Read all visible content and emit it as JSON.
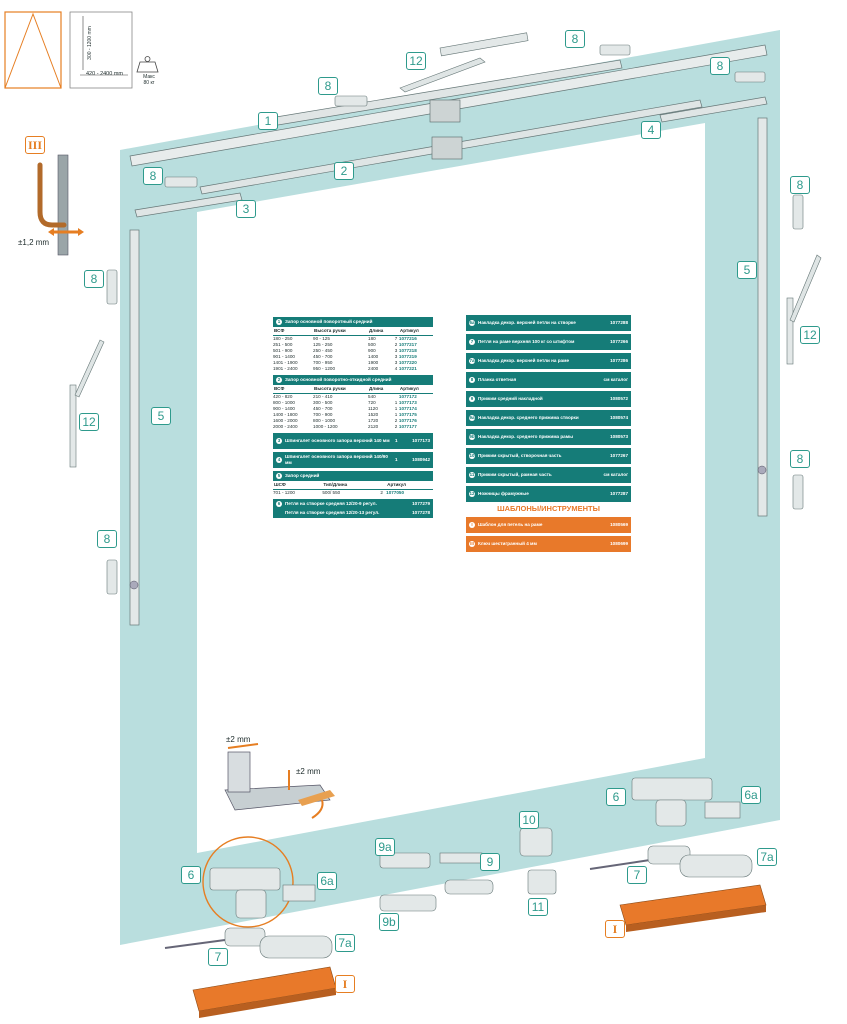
{
  "callouts": {
    "c1": "1",
    "c2": "2",
    "c3": "3",
    "c4": "4",
    "c5l": "5",
    "c5r": "5",
    "c6l": "6",
    "c6r": "6",
    "c6al": "6a",
    "c6ar": "6a",
    "c7l": "7",
    "c7r": "7",
    "c7al": "7a",
    "c7ar": "7a",
    "c8a": "8",
    "c8b": "8",
    "c8c": "8",
    "c8d": "8",
    "c8e": "8",
    "c8f": "8",
    "c8g": "8",
    "c8h": "8",
    "c9": "9",
    "c9a": "9a",
    "c9b": "9b",
    "c10": "10",
    "c11": "11",
    "c12a": "12",
    "c12b": "12",
    "c12c": "12",
    "cIII": "III",
    "cIl": "I",
    "cIr": "I"
  },
  "dimensions": {
    "height": "300 - 1200 mm",
    "width": "420 - 2400 mm",
    "max_load": "Макс\n80 кг"
  },
  "adjust": {
    "lever": "±1,2 mm",
    "hinge_h": "±2 mm",
    "hinge_v": "±2 mm"
  },
  "left_table": {
    "s1": {
      "num": "1",
      "title": "Запор основной поворотный средний",
      "headers": [
        "ВСФ",
        "Высота ручки",
        "Длина",
        "",
        "Артикул"
      ],
      "rows": [
        [
          "180 - 250",
          "90 - 125",
          "180",
          "7",
          "1077216"
        ],
        [
          "251 - 500",
          "125 - 250",
          "500",
          "2",
          "1077217"
        ],
        [
          "501 - 900",
          "250 - 450",
          "900",
          "3",
          "1077218"
        ],
        [
          "901 - 1400",
          "450 - 700",
          "1400",
          "3",
          "1077219"
        ],
        [
          "1401 - 1900",
          "700 - 950",
          "1900",
          "3",
          "1077220"
        ],
        [
          "1901 - 2400",
          "950 - 1200",
          "2400",
          "4",
          "1077221"
        ]
      ]
    },
    "s2": {
      "num": "2",
      "title": "Запор основной поворотно-откидной средний",
      "headers": [
        "ВСФ",
        "Высота ручки",
        "Длина",
        "",
        "Артикул"
      ],
      "rows": [
        [
          "420 - 820",
          "210 - 410",
          "540",
          "",
          "1077172"
        ],
        [
          "800 - 1000",
          "300 - 500",
          "720",
          "1",
          "1077173"
        ],
        [
          "900 - 1400",
          "450 - 700",
          "1120",
          "1",
          "1077174"
        ],
        [
          "1400 - 1800",
          "700 - 900",
          "1520",
          "1",
          "1077175"
        ],
        [
          "1600 - 2000",
          "800 - 1000",
          "1720",
          "2",
          "1077176"
        ],
        [
          "2000 - 2400",
          "1000 - 1200",
          "2120",
          "2",
          "1077177"
        ]
      ]
    },
    "s3": {
      "num": "3",
      "title": "Шпингалет основного запора верхний 140 мм",
      "qty": "1",
      "art": "1077173"
    },
    "s4": {
      "num": "4",
      "title": "Шпингалет основного запора верхний 140/90 мм",
      "qty": "1",
      "art": "1080942"
    },
    "s5": {
      "num": "5",
      "title": "Запор средний",
      "headers": [
        "ШСФ",
        "Тип/Длина",
        "",
        "Артикул"
      ],
      "rows": [
        [
          "701 - 1200",
          "500/ 550",
          "2",
          "1077050"
        ]
      ]
    },
    "s6": {
      "num": "6",
      "lines": [
        {
          "title": "Петля на створке средняя 12/20-9 регул.",
          "art": "1077279"
        },
        {
          "title": "Петля на створке средняя 12/20-13 регул.",
          "art": "1077278"
        }
      ]
    }
  },
  "right_table": {
    "rows": [
      {
        "num": "6a",
        "title": "Накладка декор. верхней петли на створке",
        "art": "1077288"
      },
      {
        "num": "7",
        "title": "Петля на раме верхняя 100 кг со штифтом",
        "art": "1077266"
      },
      {
        "num": "7a",
        "title": "Накладка декор. верхней петли на раме",
        "art": "1077286"
      },
      {
        "num": "8",
        "title": "Планка ответная",
        "art": "см каталог"
      },
      {
        "num": "9",
        "title": "Прижим средний накладной",
        "art": "1080572"
      },
      {
        "num": "9a",
        "title": "Накладка декор. среднего прижима створки",
        "art": "1080574"
      },
      {
        "num": "9b",
        "title": "Накладка декор. среднего прижима рамы",
        "art": "1080573"
      },
      {
        "num": "10",
        "title": "Прижим скрытый, створочная часть",
        "art": "1077267"
      },
      {
        "num": "11",
        "title": "Прижим скрытый, рамная часть",
        "art": "см каталог"
      },
      {
        "num": "12",
        "title": "Ножницы фрамужные",
        "art": "1077287"
      }
    ],
    "tools_title": "ШАБЛОНЫ/ИНСТРУМЕНТЫ",
    "tools": [
      {
        "num": "I",
        "title": "Шаблон для петель на раме",
        "art": "1080569"
      },
      {
        "num": "III",
        "title": "Ключ шестигранный 4 мм",
        "art": "1080699"
      }
    ]
  },
  "colors": {
    "frame": "#b9dede",
    "teal": "#157c78",
    "callout": "#2e9a8c",
    "orange": "#e8792a"
  }
}
